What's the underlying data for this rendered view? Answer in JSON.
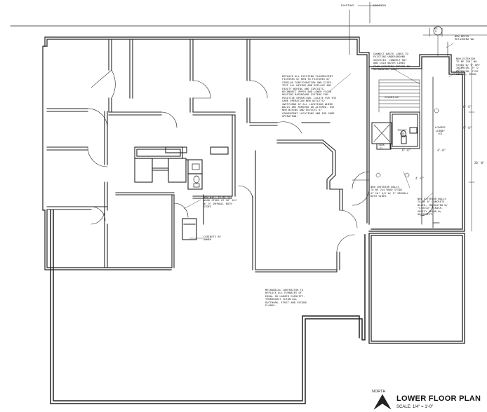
{
  "header": {
    "existing": "EXISTING",
    "addition": "ADDITION",
    "grid_bubble": "001\n5"
  },
  "notes": {
    "waste_line": "CONNECT WASTE LINES TO\nEXISTING UNDERGROUND\nSERVICES. CONNECT HOT\nAND COLD WATER LINES\nFROM EXISTING PIPING IN\nMECHANICAL ROOM.",
    "fixtures": "REPLACE ALL EXISTING FLUORESCENT\nFIXTURES w/ NEW T8 FIXTURES w/\nSIMILAR CONFIGURATION AND SIZES.\nTEST ALL WIRING AND REPLACE ANY\nFAULTY WIRING AND CIRCUITS.\nRECONNECT UPPER AND LOWER FLOOR\nHEATING BASEBOARD SYSTEMS FOR\nPOSITIVE OPERATION. LOCATE FOR THE\nSAME OPERATION NEW OUTLETS/\nSWITCHING AT ALL LOCATIONS WHERE\nWALLS ARE REMOVED OR ALTERED. USE\nNEW WIRING AND DEVICES AT\nCONVENIENT LOCATIONS AND FOR SAME\nOPERATION.",
    "new_wall": "NEW WALL TO BE 2x4\nWOOD STUDS AT 16\" o/c\nw/ 5\" DRYWALL BOTH\nSIDES",
    "cabinets": "CABINETS BY\nOWNER",
    "interior_walls": "NEW INTERIOR WALLS\nTO BE 2x4 WOOD STUDS\nAT 16\" o/c w/ 5\" DRYWALL\nBOTH SIDES",
    "exterior_walls": "NEW EXTERIOR WALLS\nTO BE 8\" CONCRETE\nBLOCK, INSULATED w/\n\"STUCCO\" FINISH.\nVERIFY COLOR w/\nARCHITECT.",
    "mechanical": "MECHANICAL CONTRACTOR TO\nREPLACE ALL FURNACES OF\nEQUAL OR LARGER CAPACITY.\nTHOROUGHLY CLEAN ALL\nDUCTWORK, FIRST AND SECOND\nFLOORS.",
    "brick": "NEW BRICK\nRETAINING WA",
    "ext_right": "NEW EXTERIOR\nTO BE 2x6\" WO\nSTUDS w/ 5\" DRY\nINTERIOR, 5\" O\nEXTERIOR, TYVE\nSIDING, INSUL"
  },
  "labels": {
    "stairs_up": "STAIRS UP",
    "toilet": "TOILET\n100",
    "lower_lobby": "LOWER\nLOBBY\n101",
    "tank": "TANK\nEL"
  },
  "dimensions": {
    "d1": "4'-0\"",
    "d2": "6'-6\"",
    "d3": "4'-0\"",
    "d4": "6'-6\"",
    "d5": "9'-0\"",
    "d6": "20'-0\""
  },
  "title_block": {
    "north": "NORTH",
    "title": "LOWER FLOOR PLAN",
    "scale": "SCALE: 1/4\" = 1'-0\""
  }
}
